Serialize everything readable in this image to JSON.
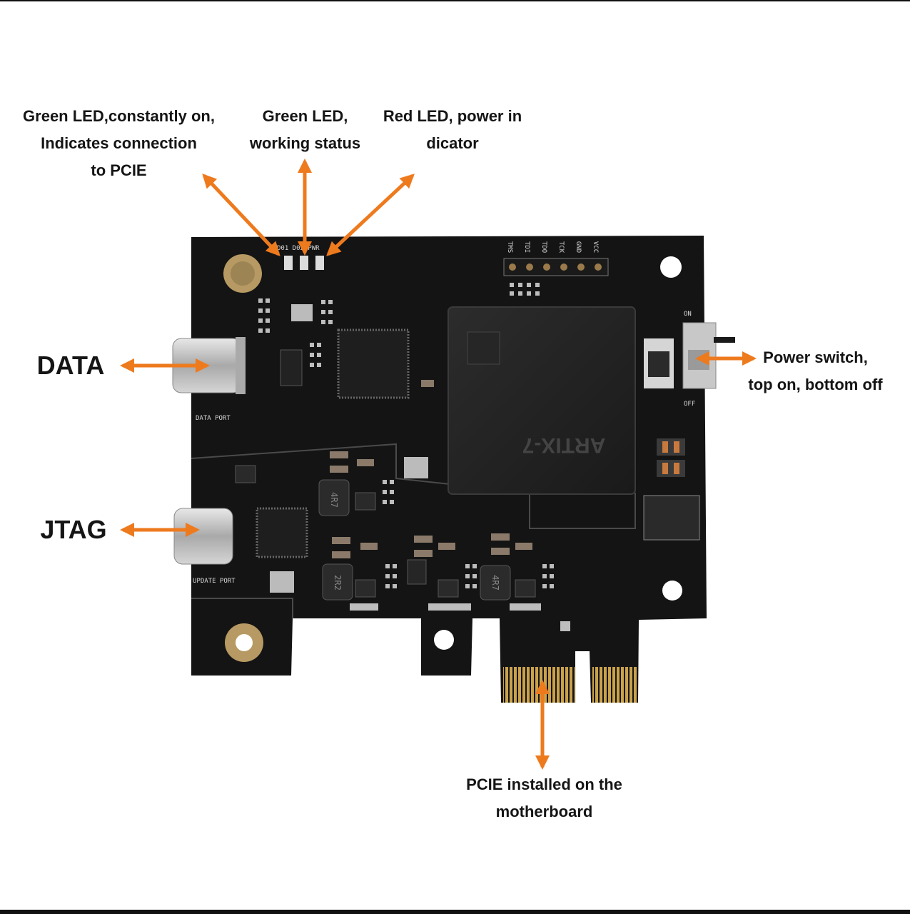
{
  "callouts": {
    "led_pcie": {
      "lines": [
        "Green LED,constantly on,",
        "Indicates connection",
        "to PCIE"
      ]
    },
    "led_work": {
      "lines": [
        "Green LED,",
        "working status"
      ]
    },
    "led_power": {
      "lines": [
        "Red LED, power in",
        "dicator"
      ]
    },
    "data": {
      "text": "DATA"
    },
    "jtag": {
      "text": "JTAG"
    },
    "power_switch": {
      "lines": [
        "Power switch,",
        "top on, bottom off"
      ]
    },
    "pcie": {
      "lines": [
        "PCIE installed on the",
        "motherboard"
      ]
    }
  },
  "board": {
    "chip_marking": "ARTIX-7",
    "data_port_silk": "DATA PORT",
    "update_port_silk": "UPDATE PORT",
    "switch_on_silk": "ON",
    "switch_off_silk": "OFF",
    "inductor_1": "4R7",
    "inductor_2": "2R2",
    "inductor_3": "4R7",
    "header_pins": [
      "TMS",
      "TDI",
      "TDO",
      "TCK",
      "GND",
      "VCC"
    ],
    "led_silk": "D01 D02 PWR"
  },
  "colors": {
    "arrow": "#ee7a1e",
    "pcb": "#141414",
    "gold": "#caa24a",
    "silkscreen": "#d8d8d8"
  }
}
